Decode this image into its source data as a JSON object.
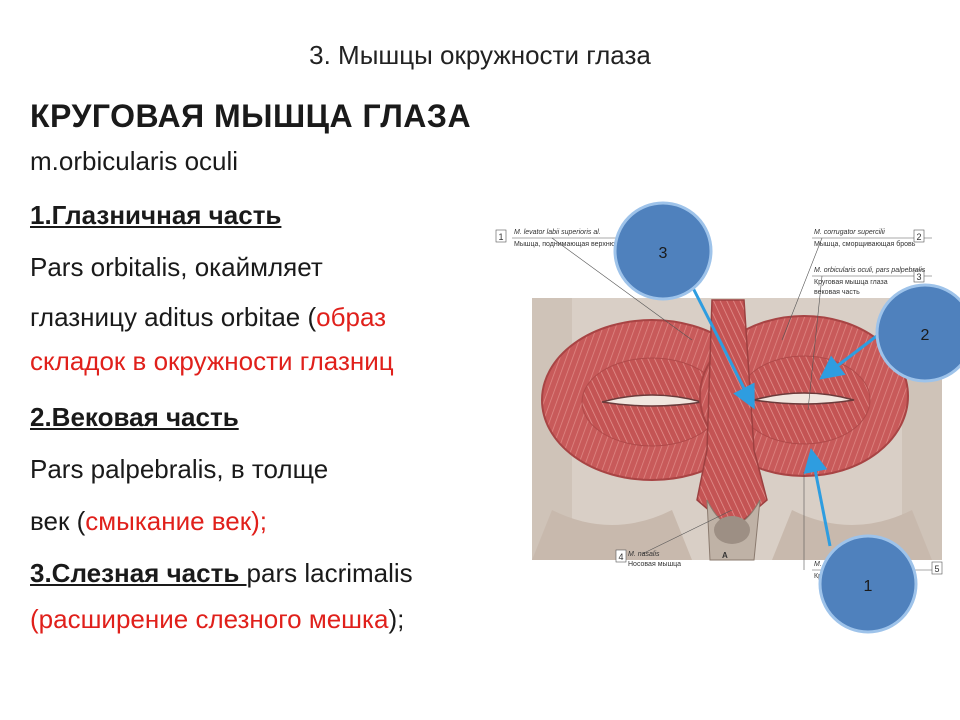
{
  "slide": {
    "title": "3. Мышцы окружности глаза",
    "heading": "КРУГОВАЯ МЫШЦА ГЛАЗА",
    "latin_name": "m.orbicularis oculi"
  },
  "sections": {
    "s1_title": "1.Глазничная часть ",
    "s1_line1": "Pars orbitalis, окаймляет",
    "s1_line2_black": " глазницу aditus orbitae (",
    "s1_line2_red": "образ",
    "s1_line3_red": "складок в окружности глазниц",
    "s2_title": "2.Вековая часть",
    "s2_line1": "Pars palpebralis, в толще",
    "s2_line2_black": "век (",
    "s2_line2_red": "смыкание век);",
    "s3_title": "3.Слезная часть ",
    "s3_title_suffix": "pars lacrimalis",
    "s3_line2_red": "(расширение слезного мешка",
    "s3_line2_end": ");"
  },
  "figure": {
    "labels": {
      "top_left_en": "M. levator labii superioris al.",
      "top_left_ru": "Мышца, поднимающая верхнюю губу",
      "top_right_en": "M. corrugator supercilii",
      "top_right_ru": "Мышца, сморщивающая бровь",
      "mid_right_en": "M. orbicularis oculi, pars palpebralis",
      "mid_right_ru": "Круговая мышца глаза",
      "mid_right_ru2": "вековая часть",
      "bottom_left_en": "M. nasalis",
      "bottom_left_ru": "Носовая мышца",
      "bottom_right_en": "M. orbicularis oculi",
      "bottom_right_ru": "Круговая мышца глаза",
      "center_letter": "A",
      "num_1": "1",
      "num_2": "2",
      "num_3": "3",
      "num_4": "4",
      "num_5": "5"
    }
  },
  "markers": [
    {
      "label": "3"
    },
    {
      "label": "2"
    },
    {
      "label": "1"
    }
  ],
  "colors": {
    "marker_fill": "#4f81bd",
    "marker_stroke": "#9ec3ea",
    "arrow": "#2e9de0",
    "muscle": "#c85a5a",
    "red_text": "#e0201b"
  }
}
